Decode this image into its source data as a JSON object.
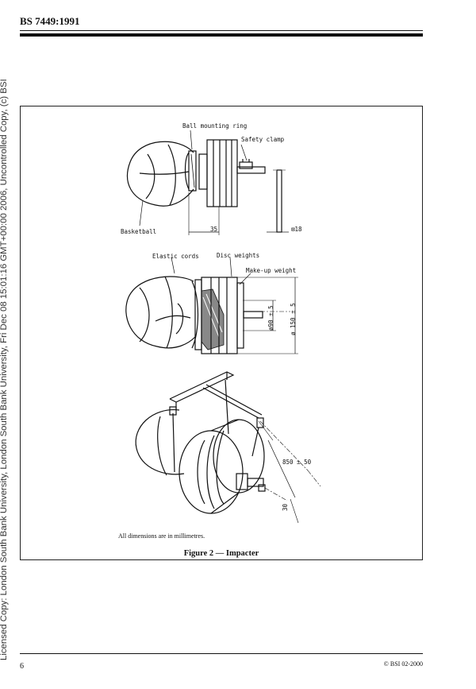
{
  "watermark": "Licensed Copy: London South Bank University, London South Bank University, Fri Dec 08 15:01:16 GMT+00:00 2006, Uncontrolled Copy, (c) BSI",
  "header": {
    "standard_code": "BS 7449:1991"
  },
  "figure": {
    "labels": {
      "ball_mounting_ring": "Ball mounting ring",
      "safety_clamp": "Safety clamp",
      "basketball": "Basketball",
      "dim_35": "35",
      "dim_18": "⊠18",
      "elastic_cords": "Elastic cords",
      "disc_weights": "Disc weights",
      "make_up_weight": "Make-up weight",
      "dim_90": "ø90 ± 5",
      "dim_150": "ø 150 ± 5",
      "dim_850": "850 ± 50",
      "dim_30": "30"
    },
    "dimensions_note": "All dimensions are in millimetres.",
    "caption": "Figure 2 — Impacter"
  },
  "footer": {
    "page_number": "6",
    "copyright": "© BSI 02-2000"
  }
}
